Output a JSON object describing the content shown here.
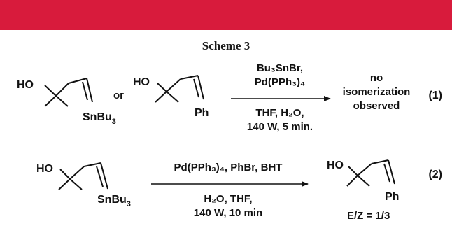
{
  "header": {
    "band_color": "#d81b3c"
  },
  "scheme": {
    "title": "Scheme 3"
  },
  "reaction1": {
    "substrate_a": {
      "oh": "HO",
      "substituent": "SnBu",
      "substituent_sub": "3"
    },
    "or_text": "or",
    "substrate_b": {
      "oh": "HO",
      "substituent": "Ph"
    },
    "reagent_line1": "Bu₃SnBr,",
    "reagent_line2": "Pd(PPh₃)₄",
    "condition_line1": "THF, H₂O,",
    "condition_line2": "140 W, 5 min.",
    "product_line1": "no",
    "product_line2": "isomerization",
    "product_line3": "observed",
    "number": "(1)"
  },
  "reaction2": {
    "substrate": {
      "oh": "HO",
      "substituent": "SnBu",
      "substituent_sub": "3"
    },
    "reagent_line1": "Pd(PPh₃)₄, PhBr, BHT",
    "condition_line1": "H₂O, THF,",
    "condition_line2": "140 W, 10 min",
    "product": {
      "oh": "HO",
      "substituent": "Ph"
    },
    "ratio": "E/Z = 1/3",
    "number": "(2)"
  }
}
